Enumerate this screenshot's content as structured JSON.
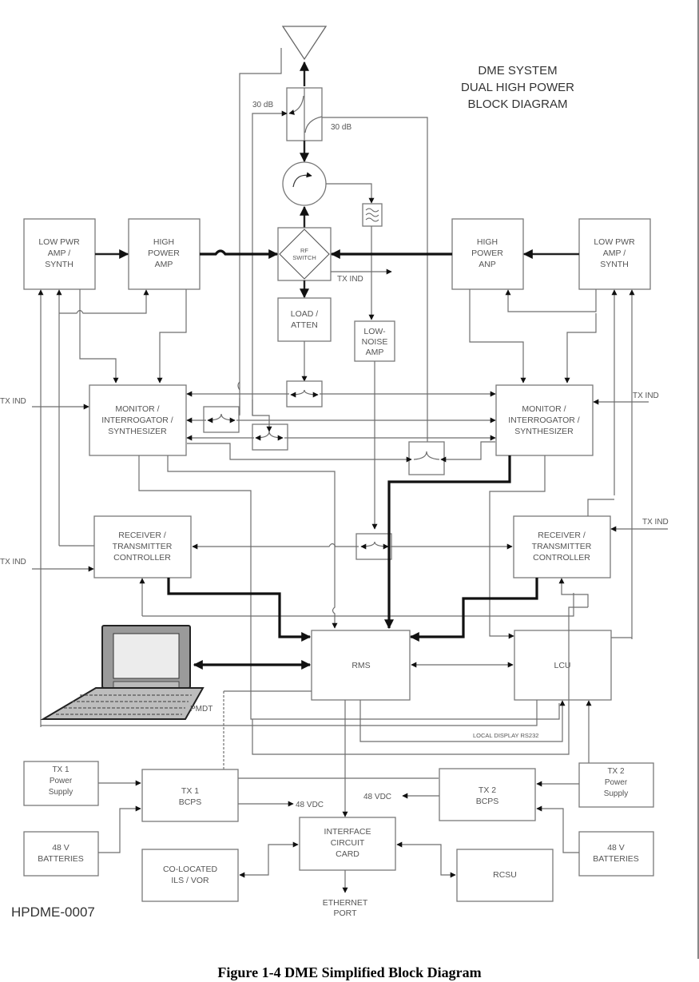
{
  "diagram": {
    "title_lines": [
      "DME SYSTEM",
      "DUAL HIGH POWER",
      "BLOCK DIAGRAM"
    ],
    "drawing_code": "HPDME-0007",
    "caption": "Figure 1-4 DME Simplified Block Diagram",
    "blocks": {
      "low_pwr_left": [
        "LOW PWR",
        "AMP /",
        "SYNTH"
      ],
      "high_power_left": [
        "HIGH",
        "POWER",
        "AMP"
      ],
      "rf_switch": [
        "RF",
        "SWITCH"
      ],
      "load_atten": [
        "LOAD /",
        "ATTEN"
      ],
      "low_noise_amp": [
        "LOW-",
        "NOISE",
        "AMP"
      ],
      "high_power_right": [
        "HIGH",
        "POWER",
        "ANP"
      ],
      "low_pwr_right": [
        "LOW PWR",
        "AMP /",
        "SYNTH"
      ],
      "monitor_left": [
        "MONITOR /",
        "INTERROGATOR /",
        "SYNTHESIZER"
      ],
      "monitor_right": [
        "MONITOR /",
        "INTERROGATOR /",
        "SYNTHESIZER"
      ],
      "rtc_left": [
        "RECEIVER /",
        "TRANSMITTER",
        "CONTROLLER"
      ],
      "rtc_right": [
        "RECEIVER /",
        "TRANSMITTER",
        "CONTROLLER"
      ],
      "rms": [
        "RMS"
      ],
      "lcu": [
        "LCU"
      ],
      "tx1_power_supply": [
        "TX 1",
        "Power",
        "Supply"
      ],
      "tx1_bcps": [
        "TX 1",
        "BCPS"
      ],
      "tx2_bcps": [
        "TX 2",
        "BCPS"
      ],
      "tx2_power_supply": [
        "TX 2",
        "Power",
        "Supply"
      ],
      "batteries_left": [
        "48 V",
        "BATTERIES"
      ],
      "batteries_right": [
        "48 V",
        "BATTERIES"
      ],
      "interface_card": [
        "INTERFACE",
        "CIRCUIT",
        "CARD"
      ],
      "colocated": [
        "CO-LOCATED",
        "ILS / VOR"
      ],
      "rcsu": [
        "RCSU"
      ]
    },
    "labels": {
      "coupler_left_db": "30 dB",
      "coupler_right_db": "30 dB",
      "tx_ind": "TX IND",
      "pmdt": "PMDT",
      "local_display": "LOCAL DISPLAY RS232",
      "vdc_left": "48 VDC",
      "vdc_right": "48 VDC",
      "ethernet": [
        "ETHERNET",
        "PORT"
      ]
    },
    "colors": {
      "line": "#6e6e6e",
      "bus": "#111111",
      "block_border": "#7a7a7a"
    }
  }
}
